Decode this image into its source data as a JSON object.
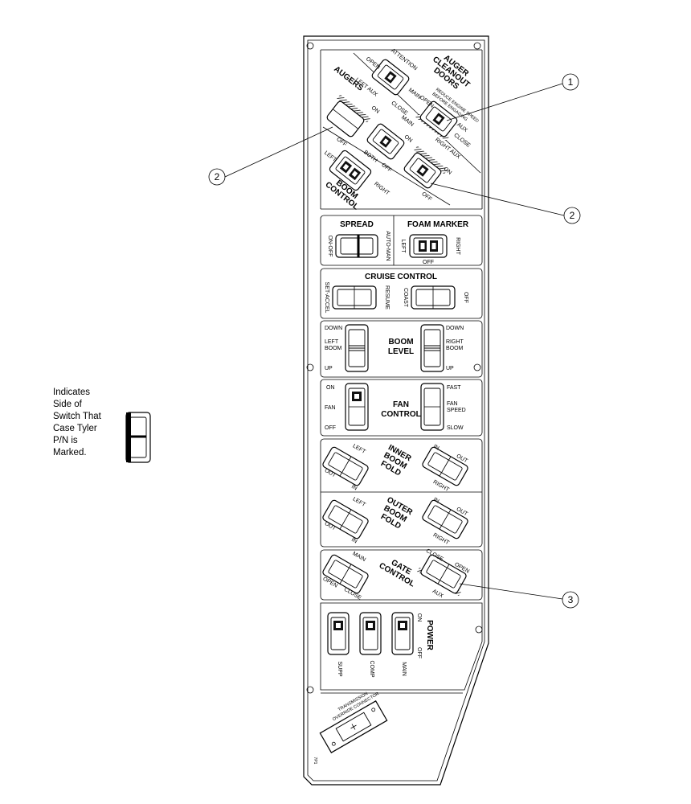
{
  "legend": {
    "lines": [
      "Indicates",
      "Side of",
      "Switch That",
      "Case Tyler",
      "P/N is",
      "Marked."
    ]
  },
  "callouts": [
    "1",
    "2",
    "2",
    "3"
  ],
  "augers": {
    "title": "AUGERS",
    "left_aux": "LEFT AUX",
    "on": "ON",
    "off": "OFF",
    "main": "MAIN",
    "main_on": "ON",
    "main_off": "OFF"
  },
  "auger_doors": {
    "title": [
      "AUGER",
      "CLEANOUT",
      "DOORS"
    ],
    "attention": "ATTENTION",
    "warning": [
      "REDUCE ENGINE SPEED",
      "BEFORE ENGAGING"
    ],
    "open": "OPEN",
    "close": "CLOSE",
    "main": "MAIN",
    "aux": "AUX",
    "right_aux": "RIGHT AUX",
    "right_on": "ON",
    "right_off": "OFF"
  },
  "boom_control": {
    "title": [
      "BOOM",
      "CONTROL"
    ],
    "left": "LEFT",
    "both": "BOTH",
    "right": "RIGHT"
  },
  "spread": {
    "title": "SPREAD",
    "left": "ON-OFF",
    "right": "AUTO-MAN"
  },
  "foam_marker": {
    "title": "FOAM MARKER",
    "left": "LEFT",
    "right": "RIGHT",
    "off": "OFF"
  },
  "cruise_control": {
    "title": "CRUISE CONTROL",
    "left1": "SET-ACCEL",
    "left2": "RESUME",
    "right1": "COAST",
    "right2": "OFF"
  },
  "boom_level": {
    "title": [
      "BOOM",
      "LEVEL"
    ],
    "left": [
      "LEFT",
      "BOOM"
    ],
    "right": [
      "RIGHT",
      "BOOM"
    ],
    "down": "DOWN",
    "up": "UP"
  },
  "fan_control": {
    "title": [
      "FAN",
      "CONTROL"
    ],
    "fan": "FAN",
    "on": "ON",
    "off": "OFF",
    "fast": "FAST",
    "fan_speed": [
      "FAN",
      "SPEED"
    ],
    "slow": "SLOW"
  },
  "inner_boom_fold": {
    "title": [
      "INNER",
      "BOOM",
      "FOLD"
    ],
    "left": "LEFT",
    "right": "RIGHT",
    "in": "IN",
    "out": "OUT"
  },
  "outer_boom_fold": {
    "title": [
      "OUTER",
      "BOOM",
      "FOLD"
    ],
    "left": "LEFT",
    "right": "RIGHT",
    "in": "IN",
    "out": "OUT"
  },
  "gate_control": {
    "title": [
      "GATE",
      "CONTROL"
    ],
    "main": "MAIN",
    "open": "OPEN",
    "close": "CLOSE",
    "aux": "AUX"
  },
  "power": {
    "title": "POWER",
    "on": "ON",
    "off": "OFF",
    "switches": [
      "SUPP",
      "COMP",
      "MAIN"
    ]
  },
  "transmission": {
    "label": [
      "TRANSMISSION",
      "OVERRIDE CONNECTOR"
    ]
  },
  "part_number": "7P1"
}
